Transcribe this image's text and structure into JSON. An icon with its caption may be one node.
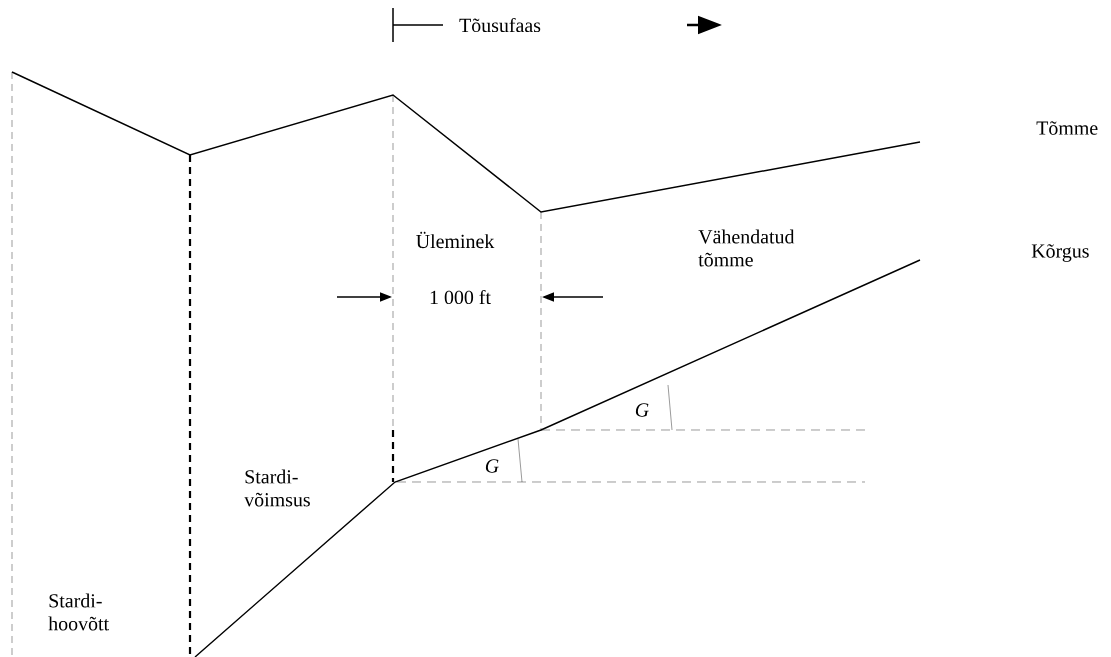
{
  "diagram": {
    "labels": [
      "Tõusufaas",
      "Tõmme",
      "Üleminek",
      "Vähendatud tõmme",
      "Kõrgus",
      "1 000 ft",
      "G",
      "Stardi- võimsus",
      "G",
      "Stardi- hoovõtt"
    ]
  }
}
